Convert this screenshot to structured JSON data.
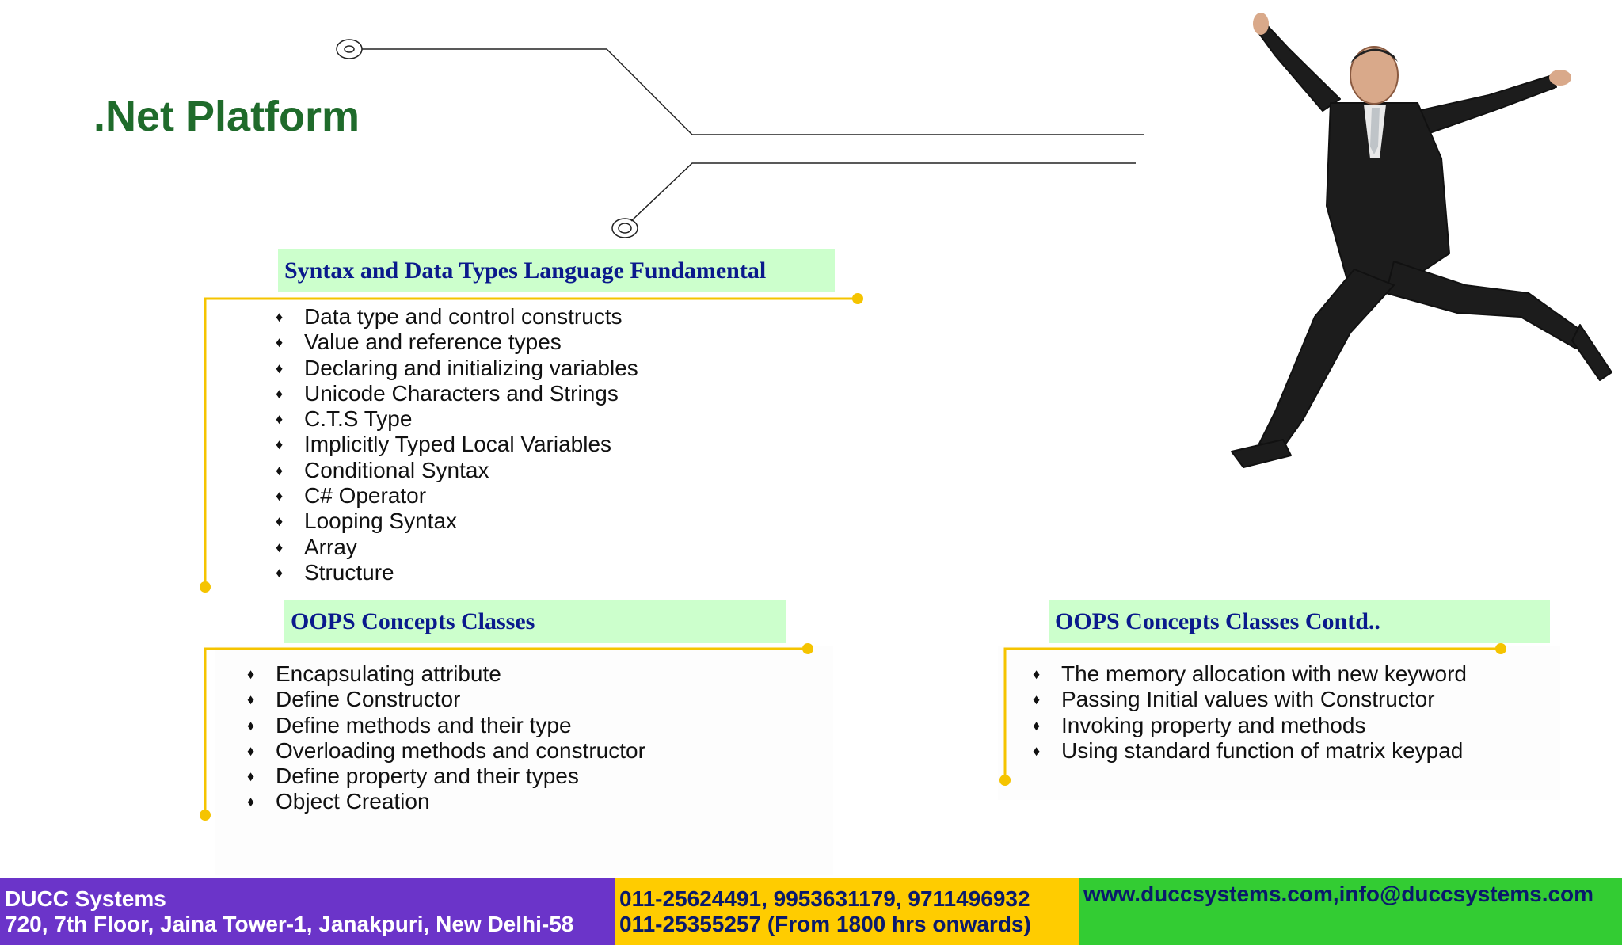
{
  "title": ".Net Platform",
  "sections": [
    {
      "heading": "Syntax and Data Types Language Fundamental",
      "items": [
        "Data type and control constructs",
        "Value and reference types",
        "Declaring and initializing variables",
        "Unicode Characters and Strings",
        "C.T.S Type",
        "Implicitly Typed Local Variables",
        "Conditional Syntax",
        "C# Operator",
        "Looping Syntax",
        "Array",
        "Structure"
      ]
    },
    {
      "heading": "OOPS Concepts Classes",
      "items": [
        "Encapsulating attribute",
        "Define Constructor",
        "Define methods and their type",
        "Overloading methods and constructor",
        "Define property and their types",
        "Object Creation"
      ]
    },
    {
      "heading": "OOPS Concepts Classes Contd..",
      "items": [
        "The memory allocation with new keyword",
        "Passing Initial values with Constructor",
        "Invoking property and methods",
        "Using standard function of matrix keypad"
      ]
    }
  ],
  "footer": {
    "company": "DUCC Systems",
    "address": "720, 7th Floor, Jaina Tower-1, Janakpuri, New Delhi-58",
    "phones": "011-25624491, 9953631179, 9711496932",
    "phones_evening": "011-25355257 (From 1800 hrs onwards)",
    "web_email": "www.duccsystems.com,info@duccsystems.com"
  },
  "colors": {
    "title": "#1f6b2b",
    "heading_bg": "#ccffcc",
    "heading_text": "#0a1a8c",
    "connector": "#f5c400",
    "footer_purple": "#6b34c9",
    "footer_yellow": "#ffcc00",
    "footer_green": "#33cc33"
  },
  "bullet_icon": "diamond-bullet-icon",
  "image": "jumping-businessman"
}
